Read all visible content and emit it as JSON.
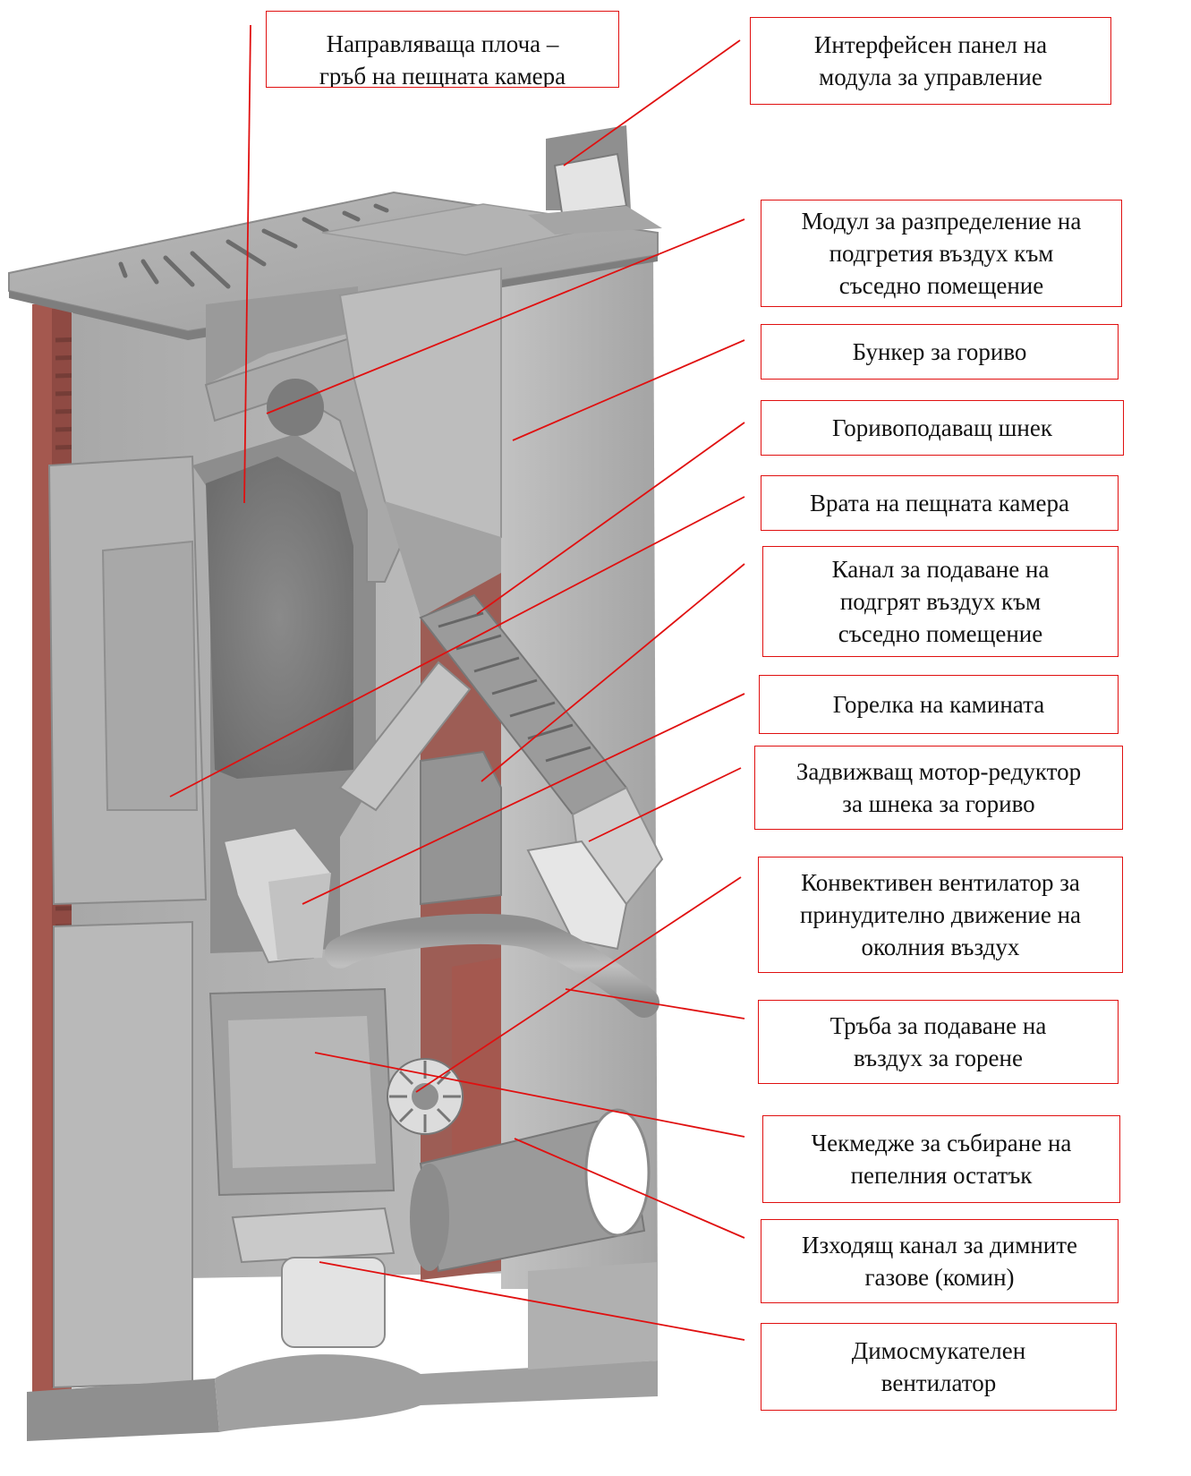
{
  "diagram": {
    "leader_color": "#e01010",
    "labels": [
      {
        "key": "guide_plate",
        "text": "Направляваща плоча –\nгръб на пещната камера"
      },
      {
        "key": "interface_panel",
        "text": "Интерфейсен панел на\nмодула за управление"
      },
      {
        "key": "distribution_module",
        "text": "Модул за разпределение на\nподгретия въздух към\nсъседно помещение"
      },
      {
        "key": "fuel_bunker",
        "text": "Бункер за гориво"
      },
      {
        "key": "fuel_auger",
        "text": "Горивоподаващ шнек"
      },
      {
        "key": "chamber_door",
        "text": "Врата на пещната камера"
      },
      {
        "key": "hot_air_channel",
        "text": "Канал за подаване на\nподгрят въздух към\nсъседно помещение"
      },
      {
        "key": "burner",
        "text": "Горелка на камината"
      },
      {
        "key": "gear_motor",
        "text": "Задвижващ мотор-редуктор\nза шнека за гориво"
      },
      {
        "key": "convection_fan",
        "text": "Конвективен вентилатор за\nпринудително движение на\nоколния въздух"
      },
      {
        "key": "combustion_air_pipe",
        "text": "Тръба за подаване на\nвъздух за горене"
      },
      {
        "key": "ash_drawer",
        "text": "Чекмедже за събиране на\nпепелния остатък"
      },
      {
        "key": "flue_outlet",
        "text": "Изходящ канал за димните\nгазове (комин)"
      },
      {
        "key": "exhaust_fan",
        "text": "Димосмукателен\nвентилатор"
      }
    ]
  }
}
